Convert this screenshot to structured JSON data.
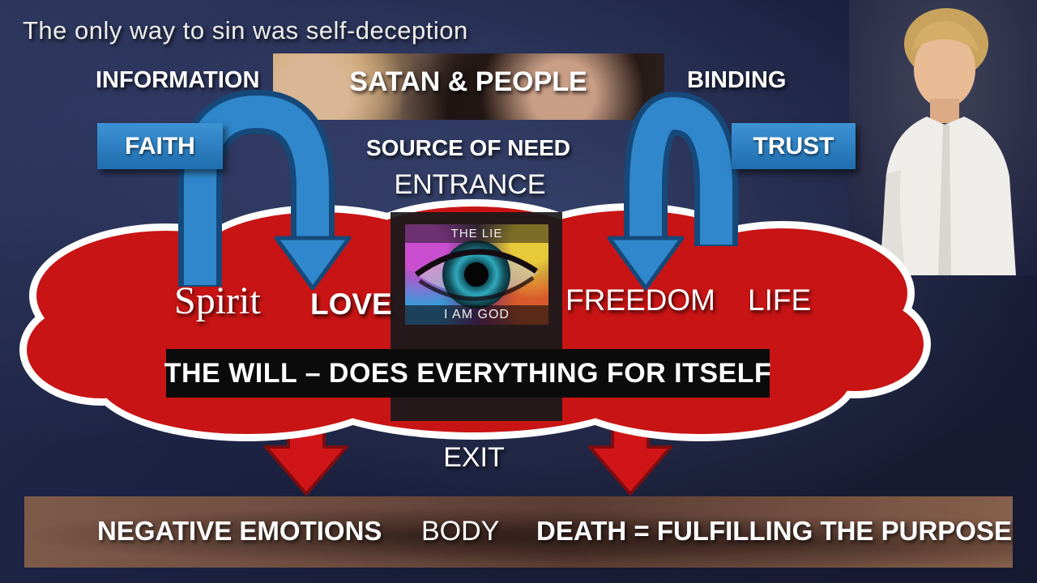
{
  "slide": {
    "title": "The only way to sin was self-deception",
    "labels": {
      "information": "INFORMATION",
      "satan_people": "SATAN & PEOPLE",
      "binding": "BINDING",
      "faith": "FAITH",
      "trust": "TRUST",
      "source_of_need": "SOURCE OF NEED",
      "entrance": "ENTRANCE",
      "exit": "EXIT"
    },
    "cloud": {
      "spirit": "Spirit",
      "love": "LOVE",
      "freedom": "FREEDOM",
      "life": "LIFE",
      "will_banner": "THE WILL – DOES EVERYTHING FOR ITSELF"
    },
    "lie_image": {
      "top_caption": "THE LIE",
      "bottom_caption": "I AM GOD"
    },
    "bottom_bar": {
      "negative_emotions": "NEGATIVE EMOTIONS",
      "body": "BODY",
      "death": "DEATH = FULFILLING THE PURPOSE"
    },
    "colors": {
      "background": "#1b2140",
      "cloud_red": "#c81414",
      "arrow_blue": "#3087cc",
      "box_blue": "#2e84c8",
      "banner_black": "#0b0b0b",
      "bottom_bar_brown": "#6e4c3f"
    }
  }
}
